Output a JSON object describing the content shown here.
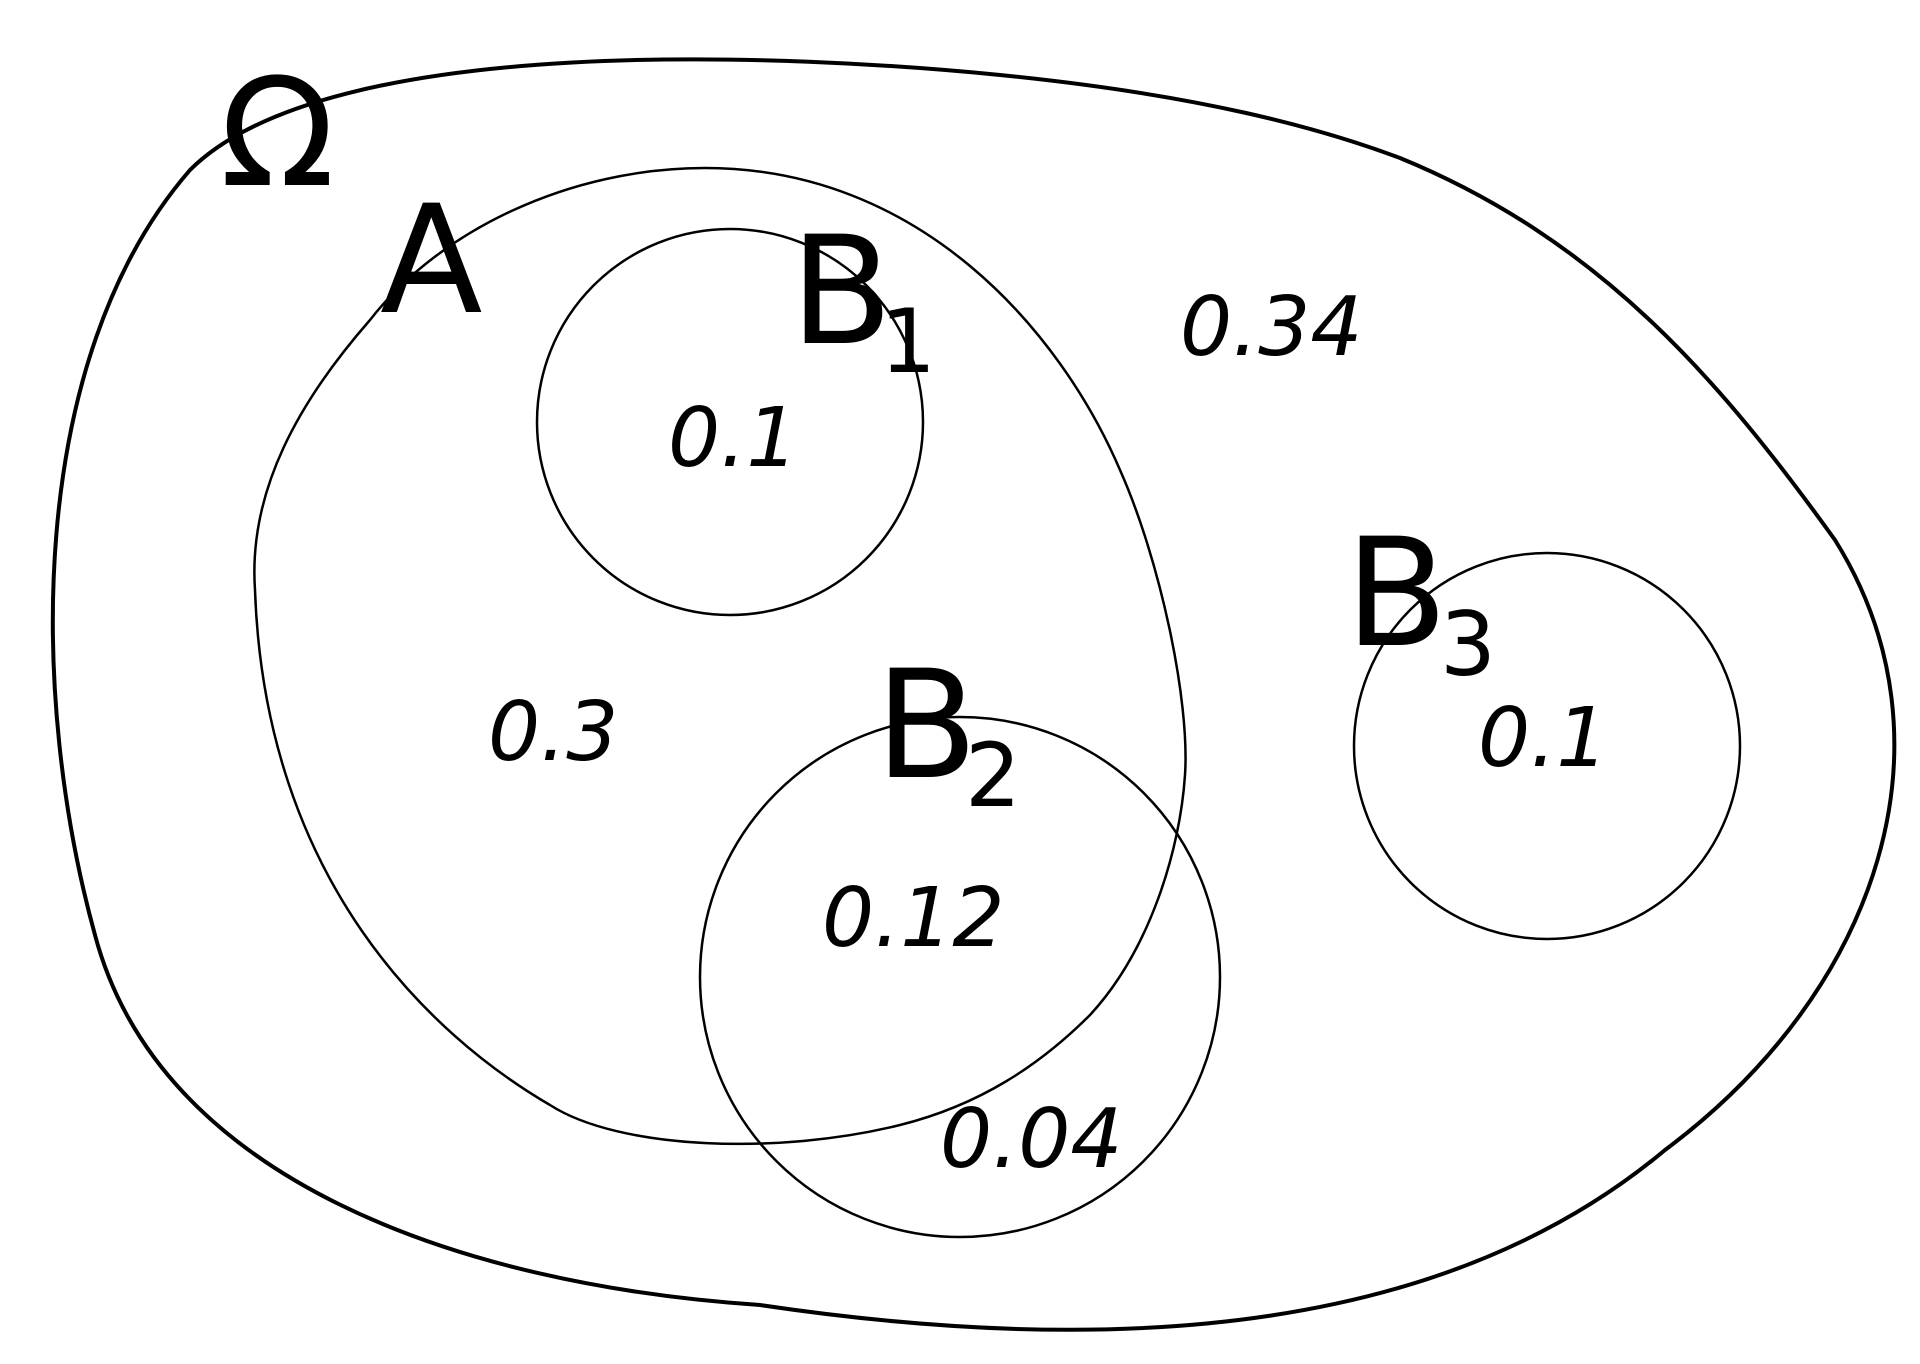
{
  "diagram": {
    "universe": {
      "label": "Ω"
    },
    "set_a": {
      "label": "A"
    },
    "set_b1": {
      "label": "B",
      "subscript": "1"
    },
    "set_b2": {
      "label": "B",
      "subscript": "2"
    },
    "set_b3": {
      "label": "B",
      "subscript": "3"
    },
    "regions": {
      "b1": "0.1",
      "a_only": "0.3",
      "a_and_b2": "0.12",
      "b2_only": "0.04",
      "b3": "0.1",
      "outside": "0.34"
    }
  }
}
